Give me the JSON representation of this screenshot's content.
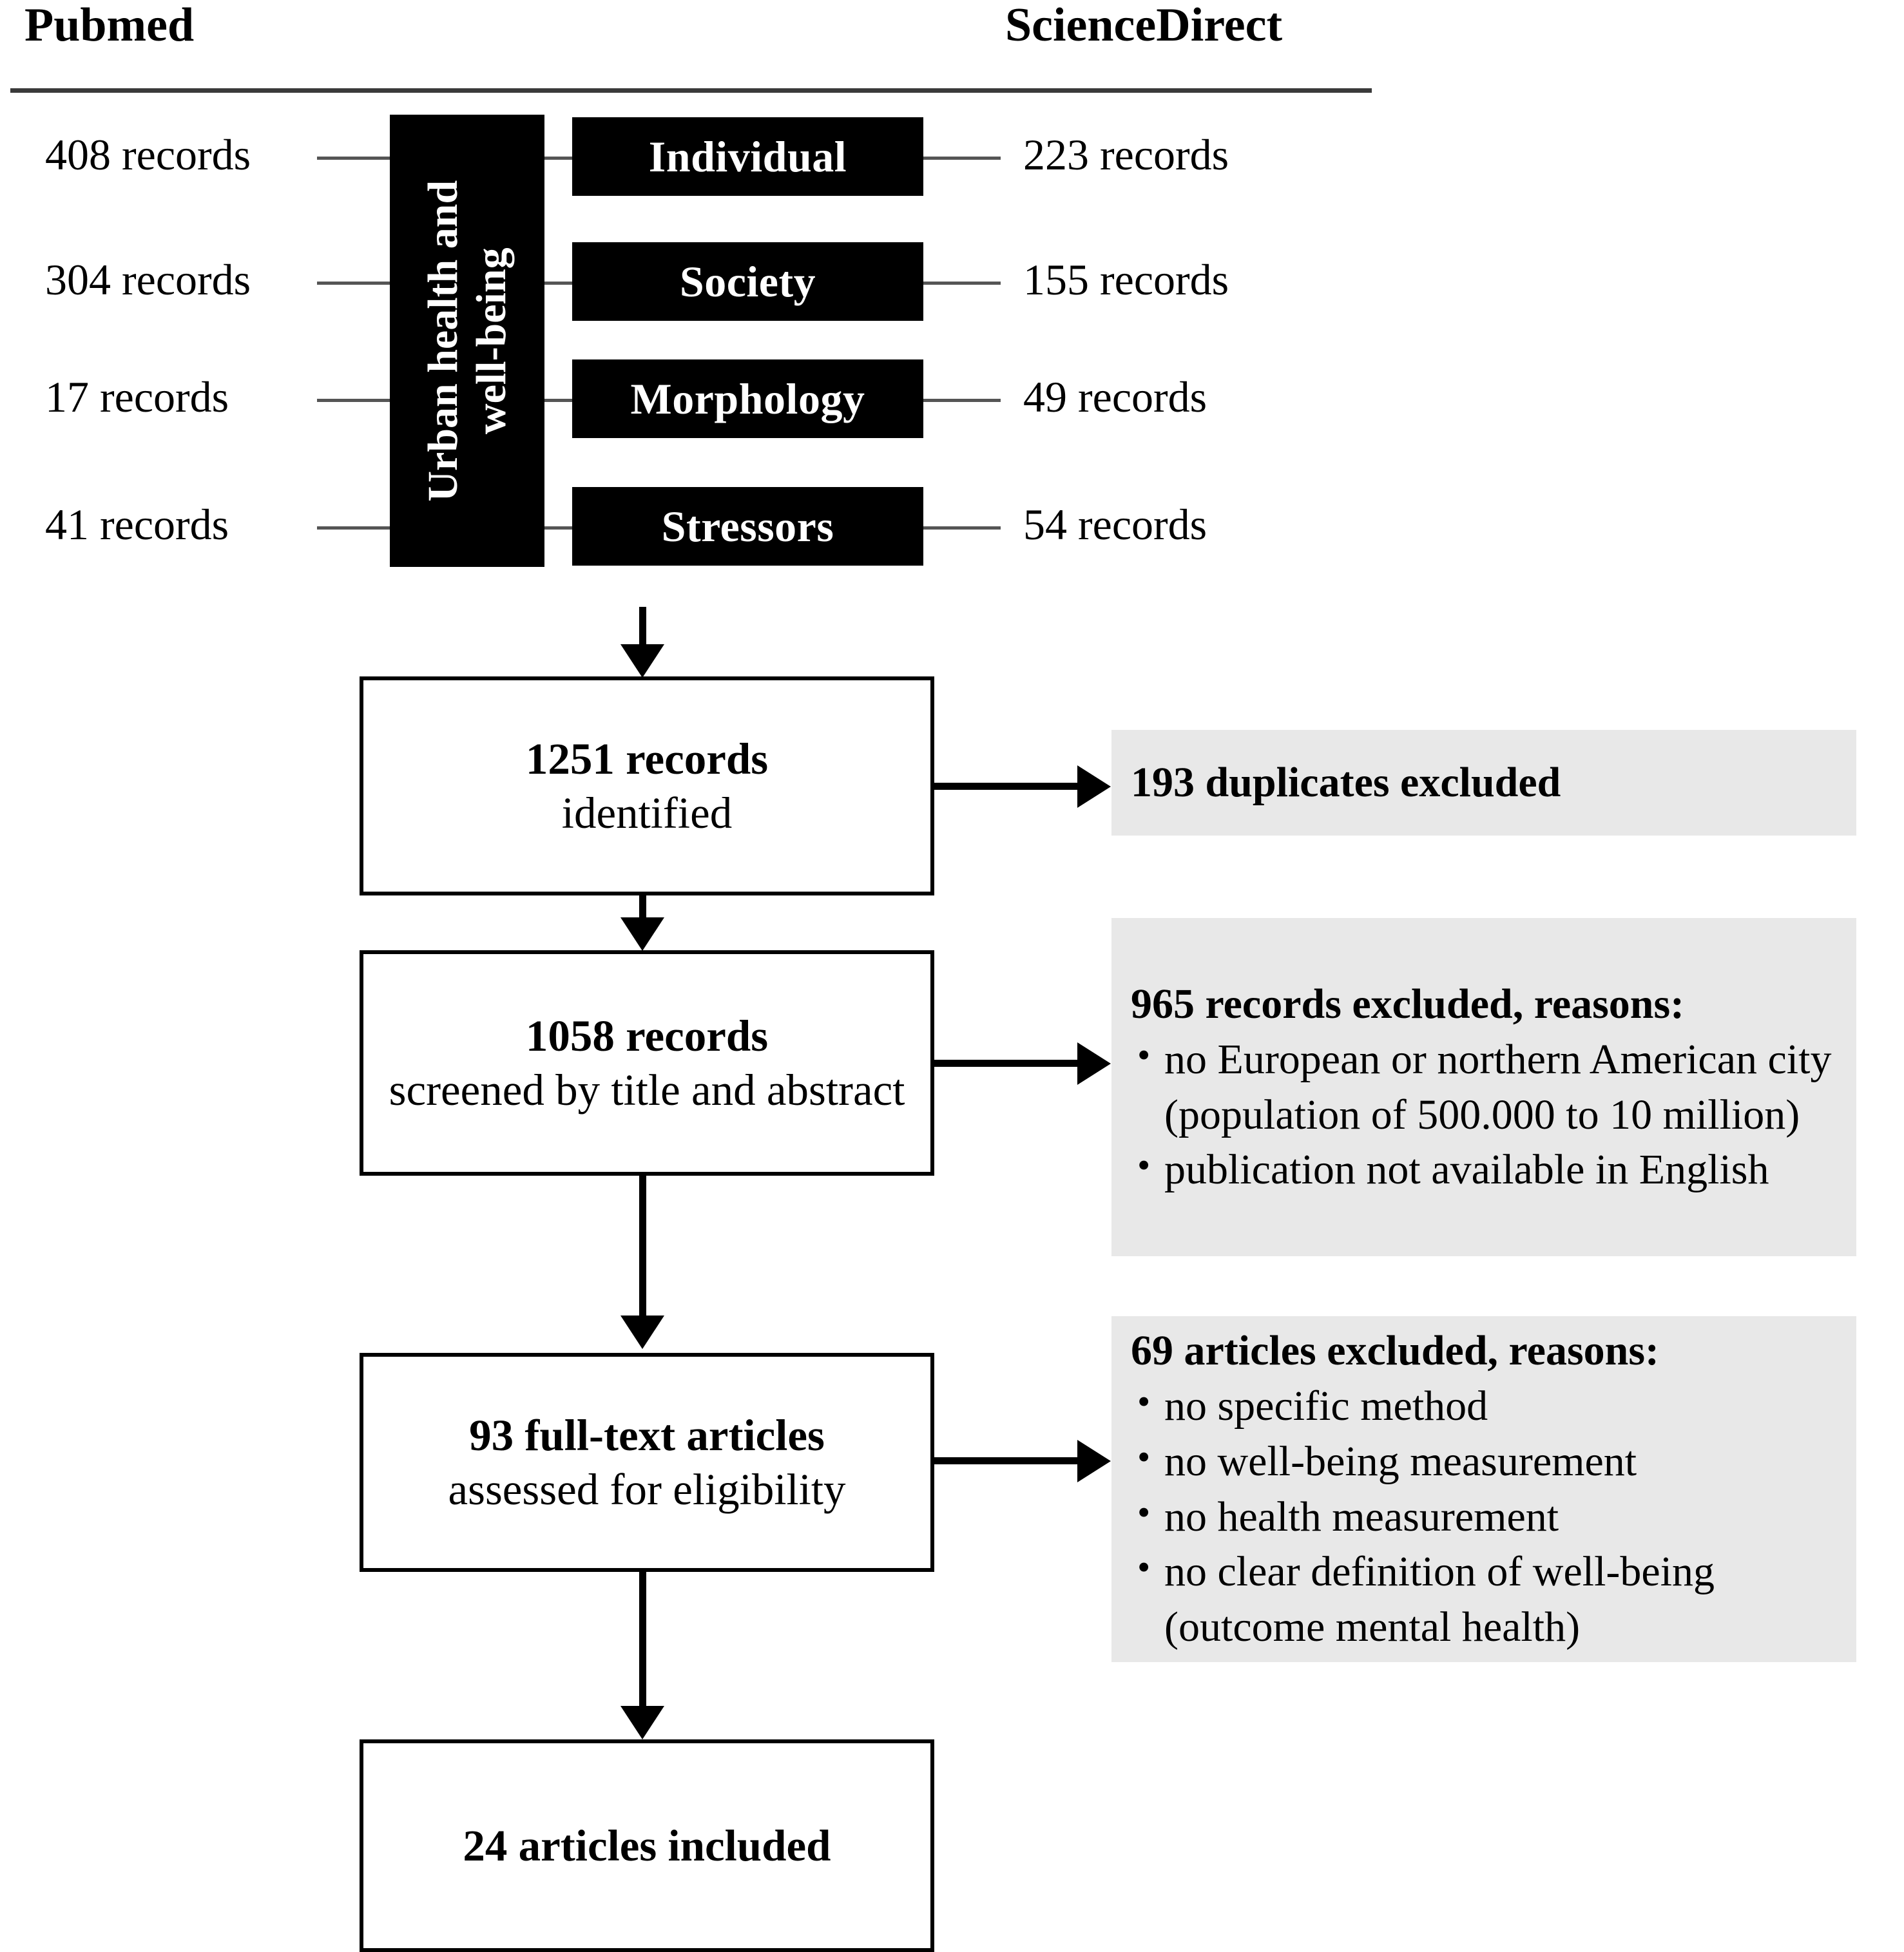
{
  "figure": {
    "type": "prisma-flow-diagram",
    "sources": {
      "left": {
        "label": "Pubmed"
      },
      "right": {
        "label": "ScienceDirect"
      }
    },
    "theme_box": {
      "line1": "Urban health and",
      "line2": "well-being"
    },
    "categories": [
      {
        "name": "Individual",
        "pubmed_records": "408 records",
        "sciencedirect_records": "223 records"
      },
      {
        "name": "Society",
        "pubmed_records": "304 records",
        "sciencedirect_records": "155 records"
      },
      {
        "name": "Morphology",
        "pubmed_records": "17 records",
        "sciencedirect_records": "49 records"
      },
      {
        "name": "Stressors",
        "pubmed_records": "41 records",
        "sciencedirect_records": "54 records"
      }
    ],
    "stages": [
      {
        "count": "1251 records",
        "desc": "identified"
      },
      {
        "count": "1058 records",
        "desc": "screened by title and abstract"
      },
      {
        "count": "93 full-text articles",
        "desc": "assessed for eligibility"
      },
      {
        "count": "24 articles included",
        "desc": ""
      }
    ],
    "exclusions": [
      {
        "heading": "193 duplicates excluded",
        "reasons": []
      },
      {
        "heading": "965 records excluded, reasons:",
        "reasons": [
          "no European or northern American city (population of 500.000 to 10 million)",
          "publication not available in English"
        ]
      },
      {
        "heading": "69 articles excluded, reasons:",
        "reasons": [
          "no specific method",
          "no well-being measurement",
          "no health measurement",
          "no clear definition of well-being (outcome mental health)"
        ]
      }
    ],
    "colors": {
      "box_fill_black": "#000000",
      "box_fill_gray": "#e8e8e8",
      "stroke": "#000000",
      "rule": "#3a3a3a",
      "connector": "#555555"
    }
  },
  "chart_data": {
    "type": "table",
    "title": "PRISMA study selection flow",
    "categories": [
      "Individual",
      "Society",
      "Morphology",
      "Stressors"
    ],
    "series": [
      {
        "name": "Pubmed",
        "values": [
          408,
          304,
          17,
          41
        ]
      },
      {
        "name": "ScienceDirect",
        "values": [
          223,
          155,
          49,
          54
        ]
      }
    ],
    "flow": [
      {
        "stage": "records identified",
        "n": 1251
      },
      {
        "stage": "duplicates excluded",
        "n": 193
      },
      {
        "stage": "records screened by title and abstract",
        "n": 1058
      },
      {
        "stage": "records excluded",
        "n": 965
      },
      {
        "stage": "full-text articles assessed for eligibility",
        "n": 93
      },
      {
        "stage": "articles excluded",
        "n": 69
      },
      {
        "stage": "articles included",
        "n": 24
      }
    ]
  }
}
